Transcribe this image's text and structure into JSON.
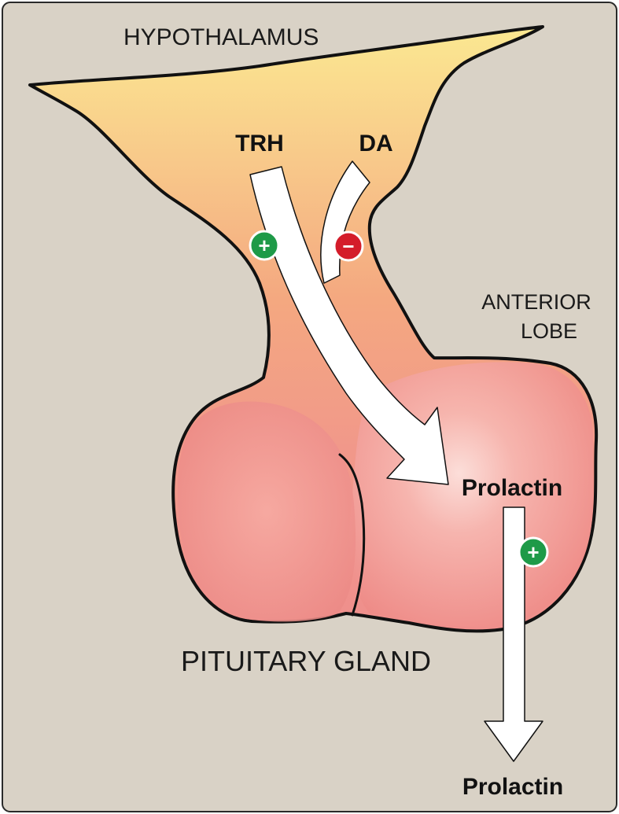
{
  "labels": {
    "hypothalamus": "HYPOTHALAMUS",
    "trh": "TRH",
    "da": "DA",
    "anterior_line1": "ANTERIOR",
    "anterior_line2": "LOBE",
    "prolactin_gland": "Prolactin",
    "pituitary": "PITUITARY GLAND",
    "prolactin_out": "Prolactin"
  },
  "signs": {
    "trh_effect": "+",
    "da_effect": "−",
    "release_effect": "+"
  },
  "icons": {
    "stimulate": "plus-circle-icon",
    "inhibit": "minus-circle-icon"
  },
  "colors": {
    "background": "#d9d2c6",
    "frame": "#2a2a2a",
    "hypothalamus_top": "#fbe891",
    "hypothalamus_bottom": "#f4a078",
    "gland": "#ef8f8c",
    "gland_highlight": "#fbdad5",
    "stimulate": "#1e9a48",
    "inhibit": "#d41c2a",
    "arrow_fill": "#ffffff"
  }
}
